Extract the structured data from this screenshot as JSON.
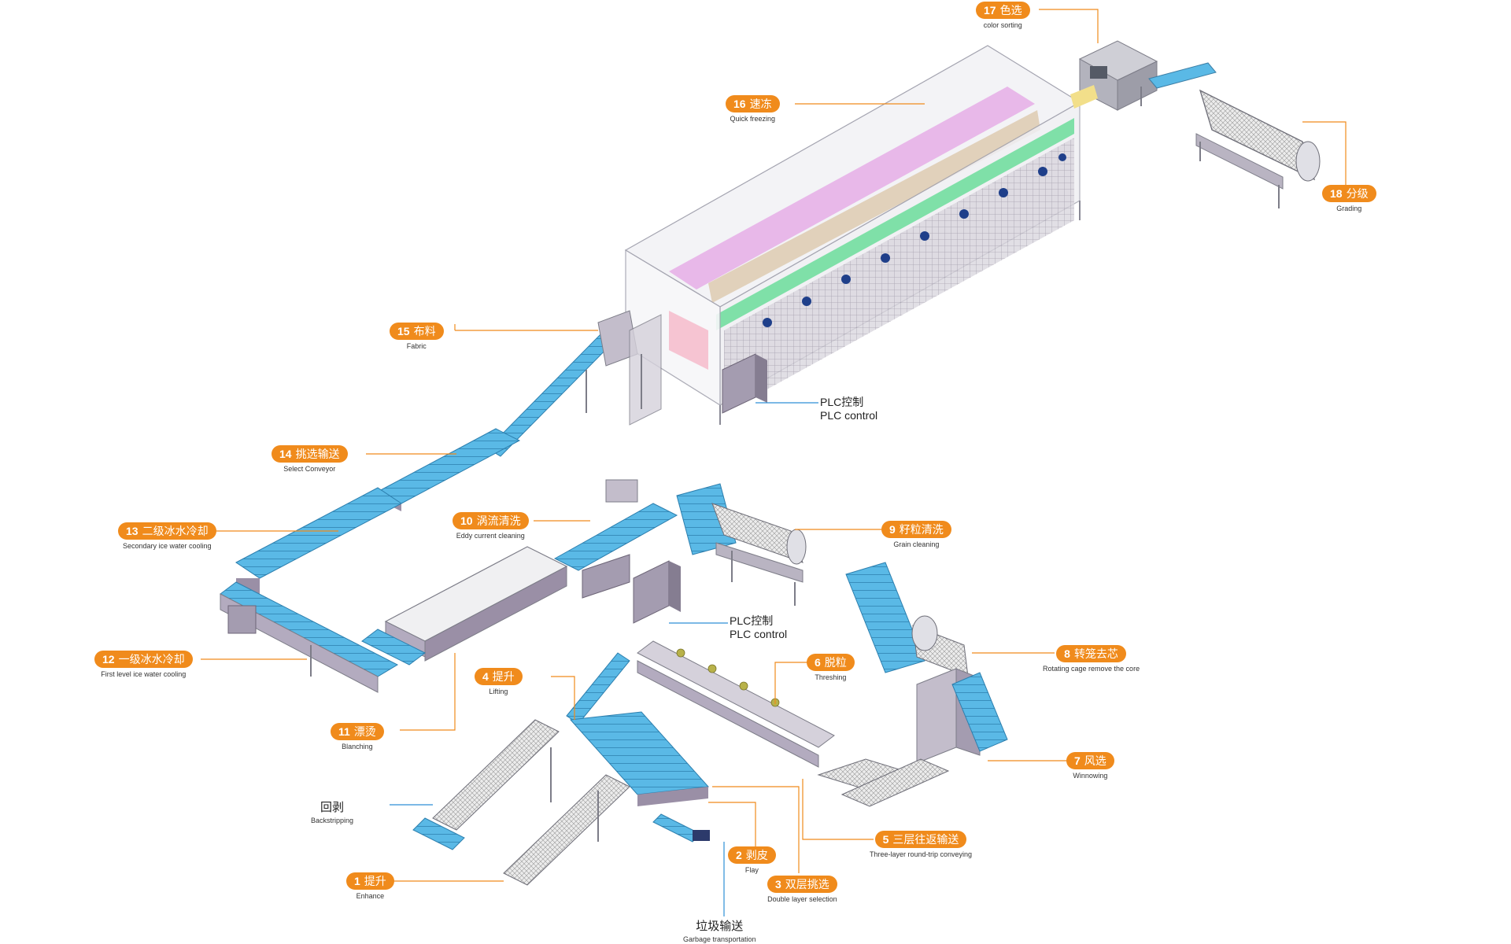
{
  "colors": {
    "accent": "#f08b1c",
    "conveyor": "#5ab9e6",
    "frame": "#9a8fa6",
    "freezer_top": "#e7b1e8",
    "freezer_belt": "#7fe0a8",
    "pointer_blue": "#2d8fd6",
    "worker": "#b8b24a"
  },
  "labels": [
    {
      "num": "1",
      "zh": "提升",
      "en": "Enhance"
    },
    {
      "num": "2",
      "zh": "剥皮",
      "en": "Flay"
    },
    {
      "num": "3",
      "zh": "双层挑选",
      "en": "Double layer selection"
    },
    {
      "num": "4",
      "zh": "提升",
      "en": "Lifting"
    },
    {
      "num": "5",
      "zh": "三层往返输送",
      "en": "Three-layer round-trip conveying"
    },
    {
      "num": "6",
      "zh": "脱粒",
      "en": "Threshing"
    },
    {
      "num": "7",
      "zh": "风选",
      "en": "Winnowing"
    },
    {
      "num": "8",
      "zh": "转笼去芯",
      "en": "Rotating cage remove the core"
    },
    {
      "num": "9",
      "zh": "籽粒清洗",
      "en": "Grain cleaning"
    },
    {
      "num": "10",
      "zh": "涡流清洗",
      "en": "Eddy current cleaning"
    },
    {
      "num": "11",
      "zh": "漂烫",
      "en": "Blanching"
    },
    {
      "num": "12",
      "zh": "一级冰水冷却",
      "en": "First level ice water cooling"
    },
    {
      "num": "13",
      "zh": "二级冰水冷却",
      "en": "Secondary ice water cooling"
    },
    {
      "num": "14",
      "zh": "挑选输送",
      "en": "Select Conveyor"
    },
    {
      "num": "15",
      "zh": "布料",
      "en": "Fabric"
    },
    {
      "num": "16",
      "zh": "速冻",
      "en": "Quick freezing"
    },
    {
      "num": "17",
      "zh": "色选",
      "en": "color sorting"
    },
    {
      "num": "18",
      "zh": "分级",
      "en": "Grading"
    }
  ],
  "plain_labels": [
    {
      "zh": "回剥",
      "en": "Backstripping"
    },
    {
      "zh": "垃圾输送",
      "en": "Garbage transportation"
    }
  ],
  "plc": [
    {
      "line1": "PLC控制",
      "line2": "PLC control"
    },
    {
      "line1": "PLC控制",
      "line2": "PLC control"
    }
  ]
}
